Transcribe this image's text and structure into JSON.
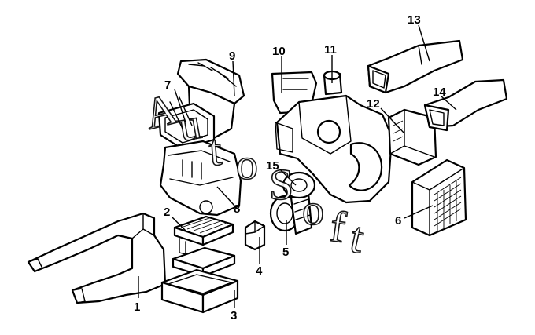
{
  "diagram": {
    "callouts": [
      {
        "id": "1",
        "label": "1"
      },
      {
        "id": "2",
        "label": "2"
      },
      {
        "id": "3",
        "label": "3"
      },
      {
        "id": "4",
        "label": "4"
      },
      {
        "id": "5",
        "label": "5"
      },
      {
        "id": "6",
        "label": "6"
      },
      {
        "id": "7",
        "label": "7"
      },
      {
        "id": "8",
        "label": "8"
      },
      {
        "id": "9",
        "label": "9"
      },
      {
        "id": "10",
        "label": "10"
      },
      {
        "id": "11",
        "label": "11"
      },
      {
        "id": "12",
        "label": "12"
      },
      {
        "id": "13",
        "label": "13"
      },
      {
        "id": "14",
        "label": "14"
      },
      {
        "id": "15",
        "label": "15"
      }
    ],
    "watermark": [
      "A",
      "u",
      "t",
      "o",
      "S",
      "o",
      "f",
      "t"
    ]
  }
}
